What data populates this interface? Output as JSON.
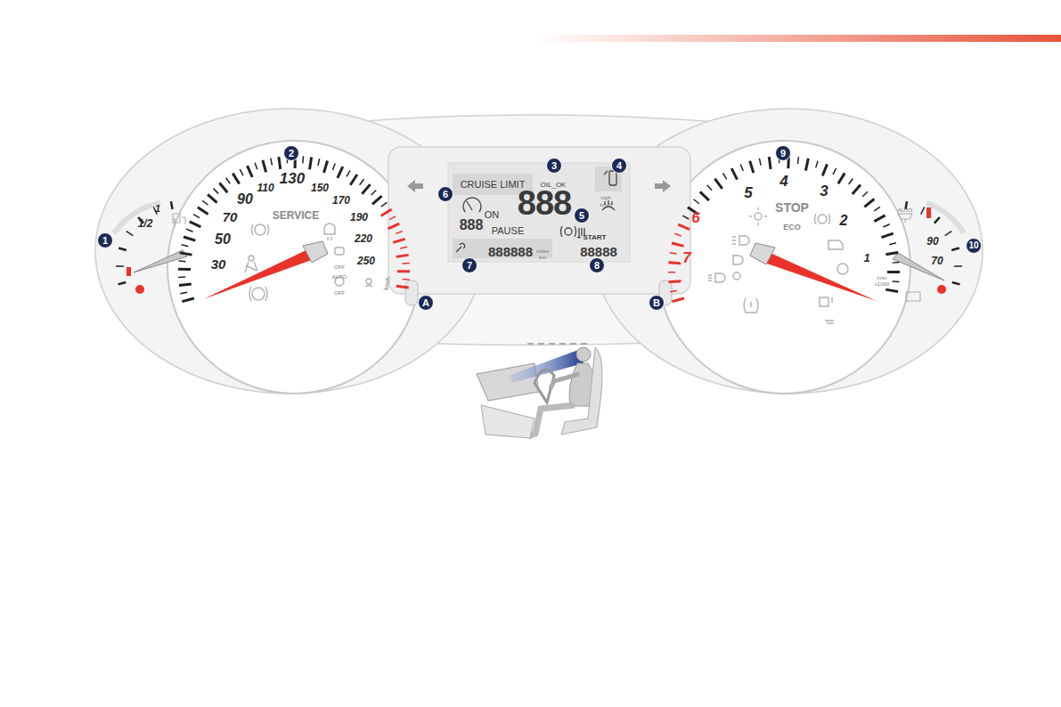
{
  "diagram": {
    "labels": [
      "1",
      "2",
      "3",
      "4",
      "5",
      "6",
      "7",
      "8",
      "9",
      "10",
      "A",
      "B",
      "30",
      "50",
      "70",
      "90",
      "110",
      "130",
      "150",
      "170",
      "190",
      "220",
      "250",
      "SERVICE",
      "km/h",
      "OFF",
      "AUTO",
      "OFF",
      "1/2",
      "1",
      "CRUISE LIMIT",
      "OIL_OK",
      "888",
      "mph",
      "km/h",
      "ON",
      "888",
      "PAUSE",
      "+ START",
      "888888",
      "miles",
      "km",
      "88888",
      "5",
      "4",
      "3",
      "2",
      "1",
      "6",
      "7",
      "STOP",
      "ECO",
      "/min",
      "x1000",
      "AUTO",
      "90",
      "70"
    ]
  }
}
